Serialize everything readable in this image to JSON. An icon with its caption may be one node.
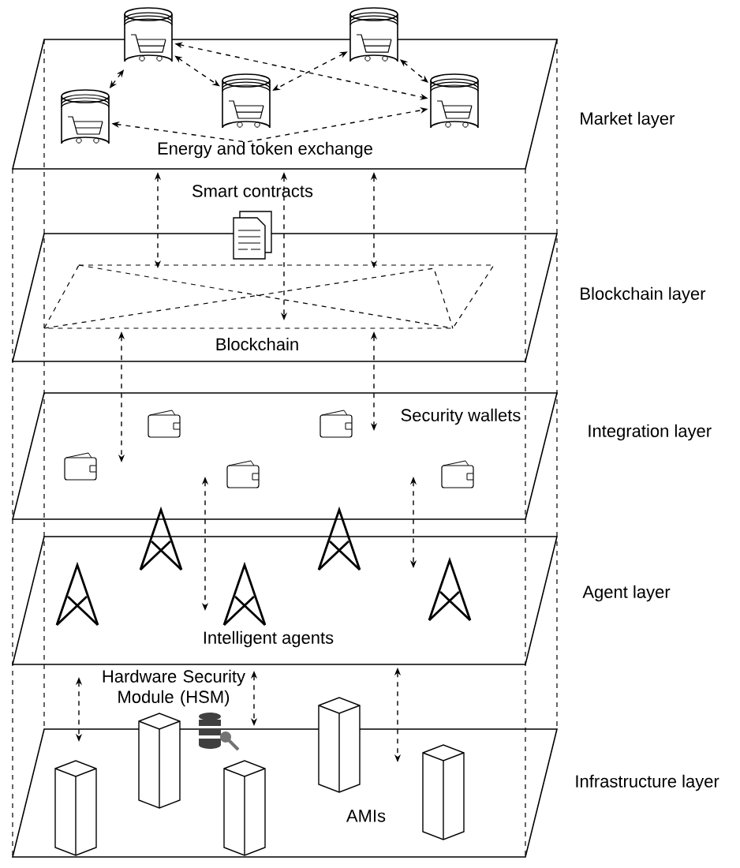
{
  "diagram": {
    "nodes": [
      {
        "text": [
          "Market layer",
          "Energy and token exchange"
        ]
      },
      {
        "text": [],
        "shape": "cylinder",
        "in": 0
      },
      {
        "text": [],
        "shape": "cylinder",
        "in": 0
      },
      {
        "text": [],
        "shape": "cylinder",
        "in": 0
      },
      {
        "text": [],
        "shape": "cylinder",
        "in": 0
      },
      {
        "text": [],
        "shape": "cylinder",
        "in": 0
      },
      {
        "text": [
          "Blockchain layer",
          "Blockchain"
        ]
      },
      {
        "text": [],
        "shape": "polygon",
        "in": 6
      },
      {
        "text": [
          "Integration layer",
          "Security wallets"
        ]
      },
      {
        "text": [
          "Agent layer",
          "Intelligent agents"
        ]
      },
      {
        "text": [
          "Infrastructure layer",
          "AMIs"
        ]
      }
    ],
    "edges": [
      {
        "from": 2,
        "to": 1,
        "arrow": "both",
        "style": "dashed"
      },
      {
        "from": 2,
        "to": 3,
        "arrow": "both",
        "style": "dashed"
      },
      {
        "from": 2,
        "to": 5,
        "arrow": "both",
        "style": "dashed"
      },
      {
        "from": 1,
        "to": 5,
        "arrow": "both",
        "style": "dashed"
      },
      {
        "from": 4,
        "to": 3,
        "arrow": "both",
        "style": "dashed"
      },
      {
        "from": 4,
        "to": 5,
        "arrow": "both",
        "style": "dashed"
      },
      {
        "from": 0,
        "to": 7,
        "arrow": "both",
        "style": "dashed"
      },
      {
        "from": 0,
        "to": 7,
        "arrow": "both",
        "style": "dashed"
      },
      {
        "from": 0,
        "to": 7,
        "arrow": "both",
        "style": "dashed"
      },
      {
        "from": 7,
        "to": 8,
        "arrow": "both",
        "style": "dashed"
      },
      {
        "from": 7,
        "to": 8,
        "arrow": "both",
        "style": "dashed"
      },
      {
        "from": 8,
        "to": 9,
        "arrow": "both",
        "style": "dashed"
      },
      {
        "from": 8,
        "to": 9,
        "arrow": "both",
        "style": "dashed"
      },
      {
        "from": 9,
        "to": 10,
        "arrow": "both",
        "style": "dashed"
      },
      {
        "from": 9,
        "to": 10,
        "arrow": "both",
        "style": "dashed"
      },
      {
        "from": 9,
        "to": 10,
        "arrow": "both",
        "style": "dashed"
      }
    ],
    "labels": [
      "Smart contracts",
      "Hardware Security Module (HSM)"
    ]
  }
}
